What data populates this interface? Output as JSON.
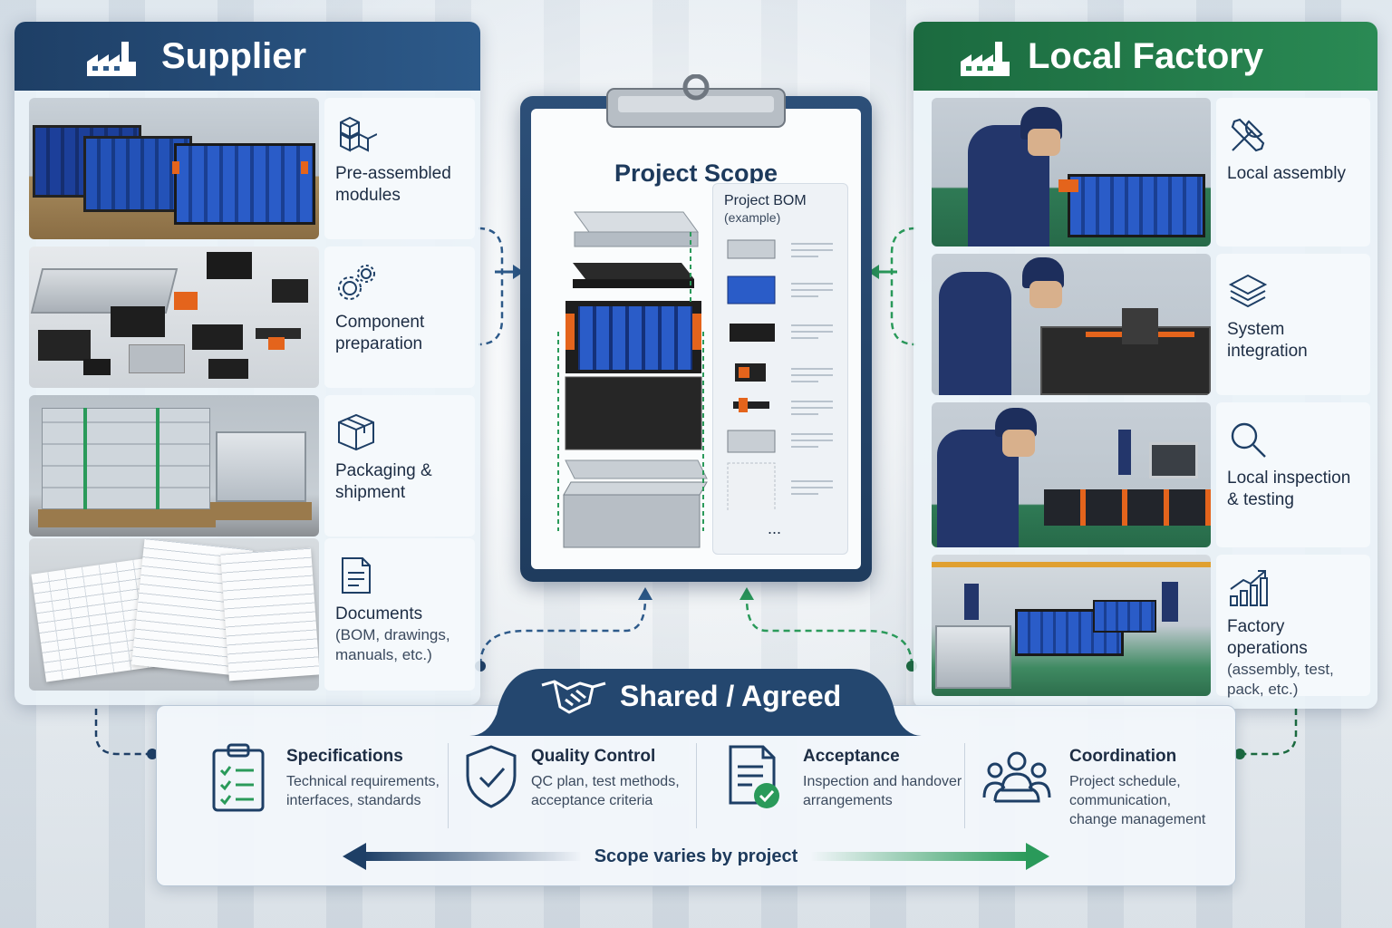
{
  "supplier": {
    "title": "Supplier",
    "items": [
      {
        "title": "Pre-assembled modules",
        "icon": "cubes-icon"
      },
      {
        "title": "Component preparation",
        "icon": "gears-icon"
      },
      {
        "title": "Packaging & shipment",
        "icon": "box-icon"
      },
      {
        "title": "Documents",
        "subtitle": "(BOM, drawings, manuals, etc.)",
        "icon": "document-icon"
      }
    ]
  },
  "factory": {
    "title": "Local Factory",
    "items": [
      {
        "title": "Local assembly",
        "icon": "tools-icon"
      },
      {
        "title": "System integration",
        "icon": "layers-icon"
      },
      {
        "title": "Local inspection & testing",
        "icon": "magnifier-icon"
      },
      {
        "title": "Factory operations",
        "subtitle": "(assembly, test, pack, etc.)",
        "icon": "chart-growth-icon"
      }
    ]
  },
  "project": {
    "title": "Project Scope",
    "bom_title": "Project BOM",
    "bom_subtitle": "(example)",
    "bom_more": "..."
  },
  "shared": {
    "title": "Shared / Agreed",
    "columns": [
      {
        "title": "Specifications",
        "desc1": "Technical requirements,",
        "desc2": "interfaces, standards",
        "desc3": "",
        "icon": "checklist-icon"
      },
      {
        "title": "Quality Control",
        "desc1": "QC plan, test methods,",
        "desc2": "acceptance criteria",
        "desc3": "",
        "icon": "shield-check-icon"
      },
      {
        "title": "Acceptance",
        "desc1": "Inspection and handover",
        "desc2": "arrangements",
        "desc3": "",
        "icon": "document-check-icon"
      },
      {
        "title": "Coordination",
        "desc1": "Project schedule,",
        "desc2": "communication,",
        "desc3": "change management",
        "icon": "team-icon"
      }
    ],
    "footer": "Scope varies by project"
  },
  "colors": {
    "supplier_blue": "#1e3f66",
    "factory_green": "#1b6a3f",
    "accent_blue": "#2d5a8a",
    "accent_green": "#2a9a5a"
  }
}
